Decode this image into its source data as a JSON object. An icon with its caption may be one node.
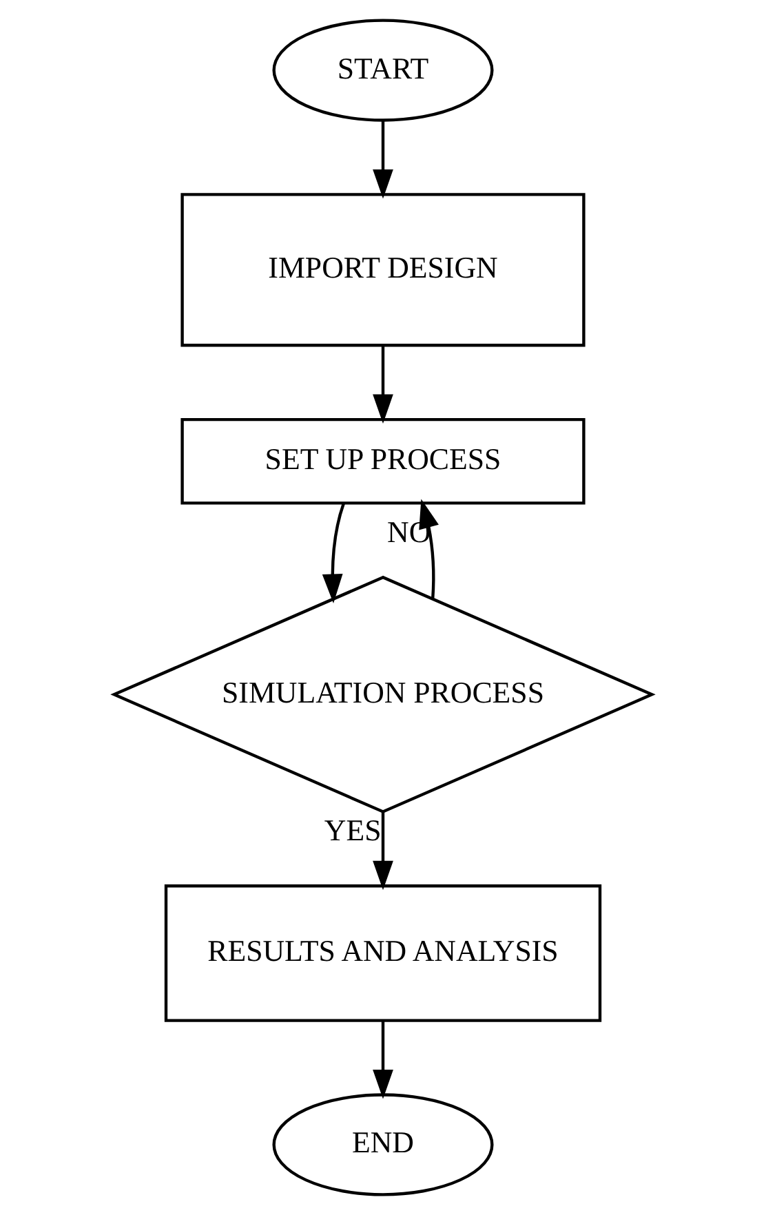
{
  "diagram": {
    "nodes": [
      {
        "text": [
          "START"
        ]
      },
      {
        "text": [
          "IMPORT DESIGN"
        ]
      },
      {
        "text": [
          "SET UP PROCESS"
        ]
      },
      {
        "text": [
          "SIMULATION PROCESS"
        ]
      },
      {
        "text": [
          "RESULTS AND ANALYSIS"
        ]
      },
      {
        "text": [
          "END"
        ]
      }
    ],
    "edges": [
      {
        "from": 0,
        "to": 1,
        "arrow": "to"
      },
      {
        "from": 1,
        "to": 2,
        "arrow": "to"
      },
      {
        "from": 2,
        "to": 3,
        "arrow": "to"
      },
      {
        "from": 3,
        "to": 2,
        "arrow": "to",
        "label": "NO"
      },
      {
        "from": 3,
        "to": 4,
        "arrow": "to",
        "label": "YES"
      },
      {
        "from": 4,
        "to": 5,
        "arrow": "to"
      }
    ]
  }
}
